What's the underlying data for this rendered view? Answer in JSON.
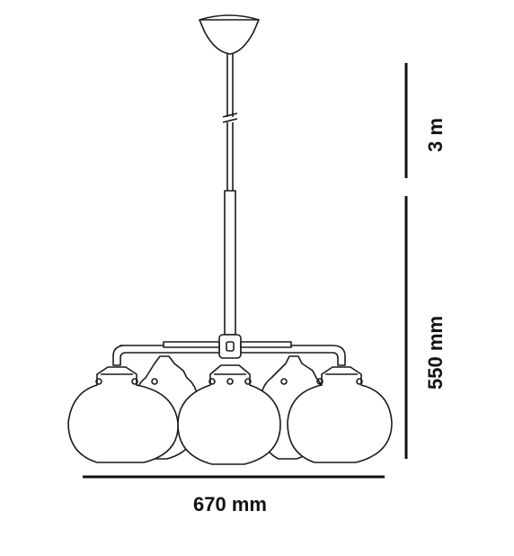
{
  "dimensions": {
    "cable_length": "3 m",
    "drop_height": "550 mm",
    "width": "670 mm"
  },
  "product": {
    "type": "chandelier-line-drawing",
    "shade_count": 5,
    "line_color": "#1a1a1a",
    "dimension_color": "#111111"
  }
}
